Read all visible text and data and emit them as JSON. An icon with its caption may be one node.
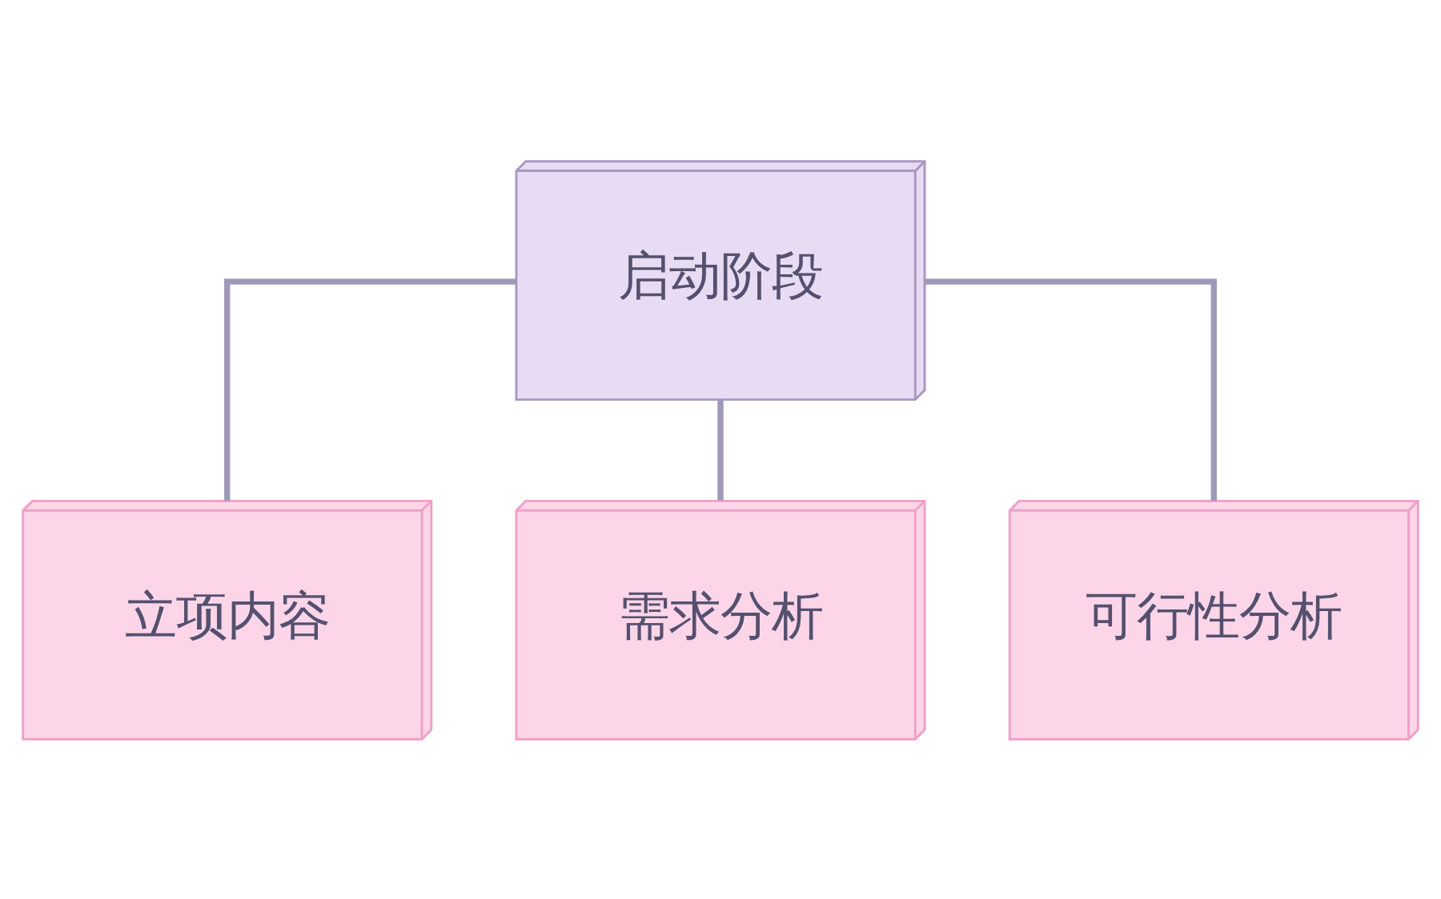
{
  "diagram": {
    "nodes": [
      {
        "text": [
          "启动阶段"
        ]
      },
      {
        "text": [
          "立项内容"
        ]
      },
      {
        "text": [
          "需求分析"
        ]
      },
      {
        "text": [
          "可行性分析"
        ]
      }
    ],
    "edges": [
      {
        "from": 0,
        "to": 1,
        "arrow": "none"
      },
      {
        "from": 0,
        "to": 2,
        "arrow": "none"
      },
      {
        "from": 0,
        "to": 3,
        "arrow": "none"
      }
    ]
  }
}
